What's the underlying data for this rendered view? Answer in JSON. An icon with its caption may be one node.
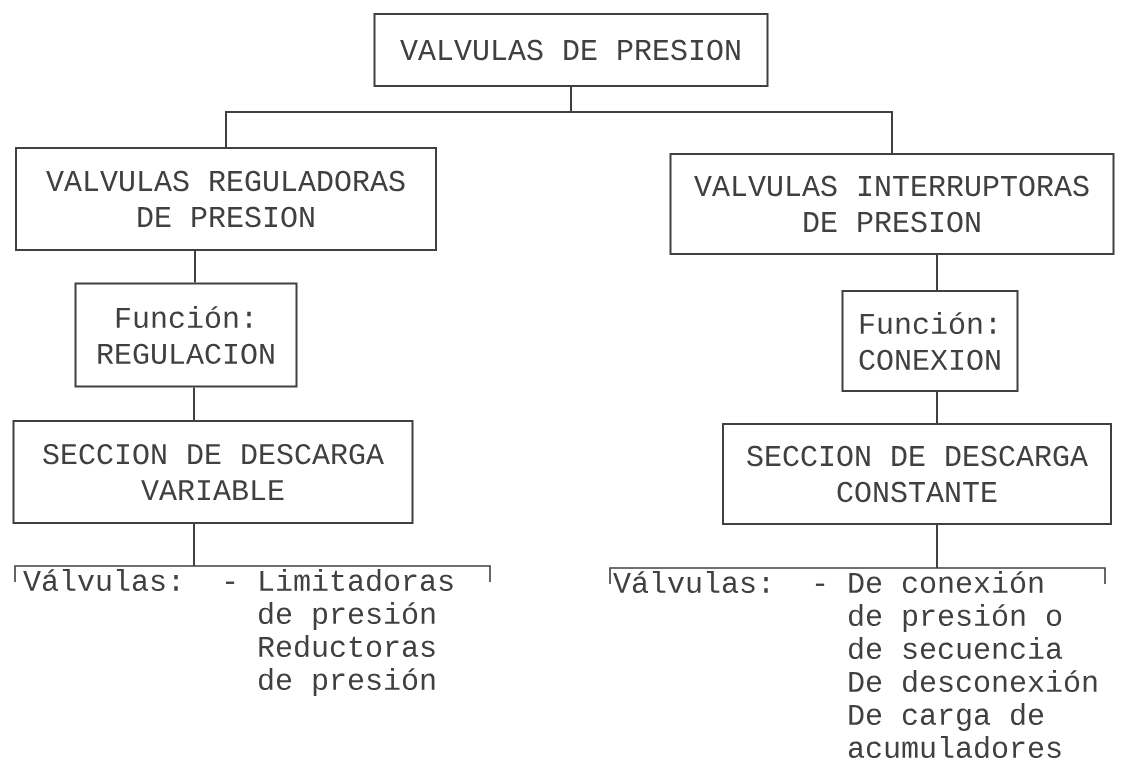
{
  "diagram": {
    "nodes": [
      {
        "text": [
          "VALVULAS DE PRESION"
        ]
      },
      {
        "text": [
          "VALVULAS REGULADORAS DE PRESION"
        ]
      },
      {
        "text": [
          "VALVULAS INTERRUPTORAS DE PRESION"
        ]
      },
      {
        "text": [
          "Función: REGULACION"
        ]
      },
      {
        "text": [
          "Función: CONEXION"
        ]
      },
      {
        "text": [
          "SECCION DE DESCARGA VARIABLE"
        ]
      },
      {
        "text": [
          "SECCION DE DESCARGA CONSTANTE"
        ]
      },
      {
        "text": [
          "Válvulas:",
          "- Limitadoras de presión",
          "Reductoras de presión"
        ]
      },
      {
        "text": [
          "Válvulas:",
          "- De conexión de presión o de secuencia",
          "De desconexión",
          "De carga de acumuladores"
        ]
      }
    ],
    "edges": [
      {
        "from": 0,
        "to": 1,
        "arrow": "none"
      },
      {
        "from": 0,
        "to": 2,
        "arrow": "none"
      },
      {
        "from": 1,
        "to": 3,
        "arrow": "none"
      },
      {
        "from": 3,
        "to": 5,
        "arrow": "none"
      },
      {
        "from": 5,
        "to": 7,
        "arrow": "none"
      },
      {
        "from": 2,
        "to": 4,
        "arrow": "none"
      },
      {
        "from": 4,
        "to": 6,
        "arrow": "none"
      },
      {
        "from": 6,
        "to": 8,
        "arrow": "none"
      }
    ]
  }
}
